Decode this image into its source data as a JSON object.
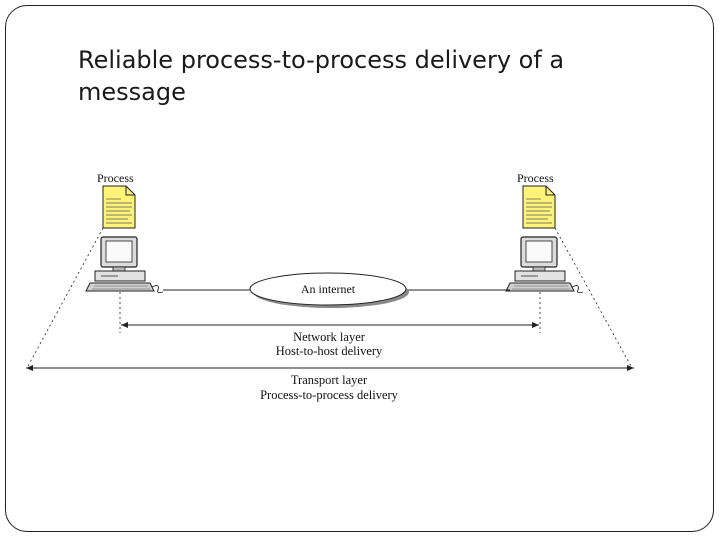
{
  "slide": {
    "title": "Reliable process-to-process delivery of a message"
  },
  "diagram": {
    "left_host": {
      "process_label": "Process"
    },
    "right_host": {
      "process_label": "Process"
    },
    "cloud_label": "An internet",
    "network_layer": {
      "name": "Network layer",
      "delivery": "Host-to-host delivery"
    },
    "transport_layer": {
      "name": "Transport layer",
      "delivery": "Process-to-process delivery"
    },
    "colors": {
      "document_fill": "#fff37a",
      "cloud_shadow": "#8a8a8a",
      "line": "#222222"
    }
  }
}
